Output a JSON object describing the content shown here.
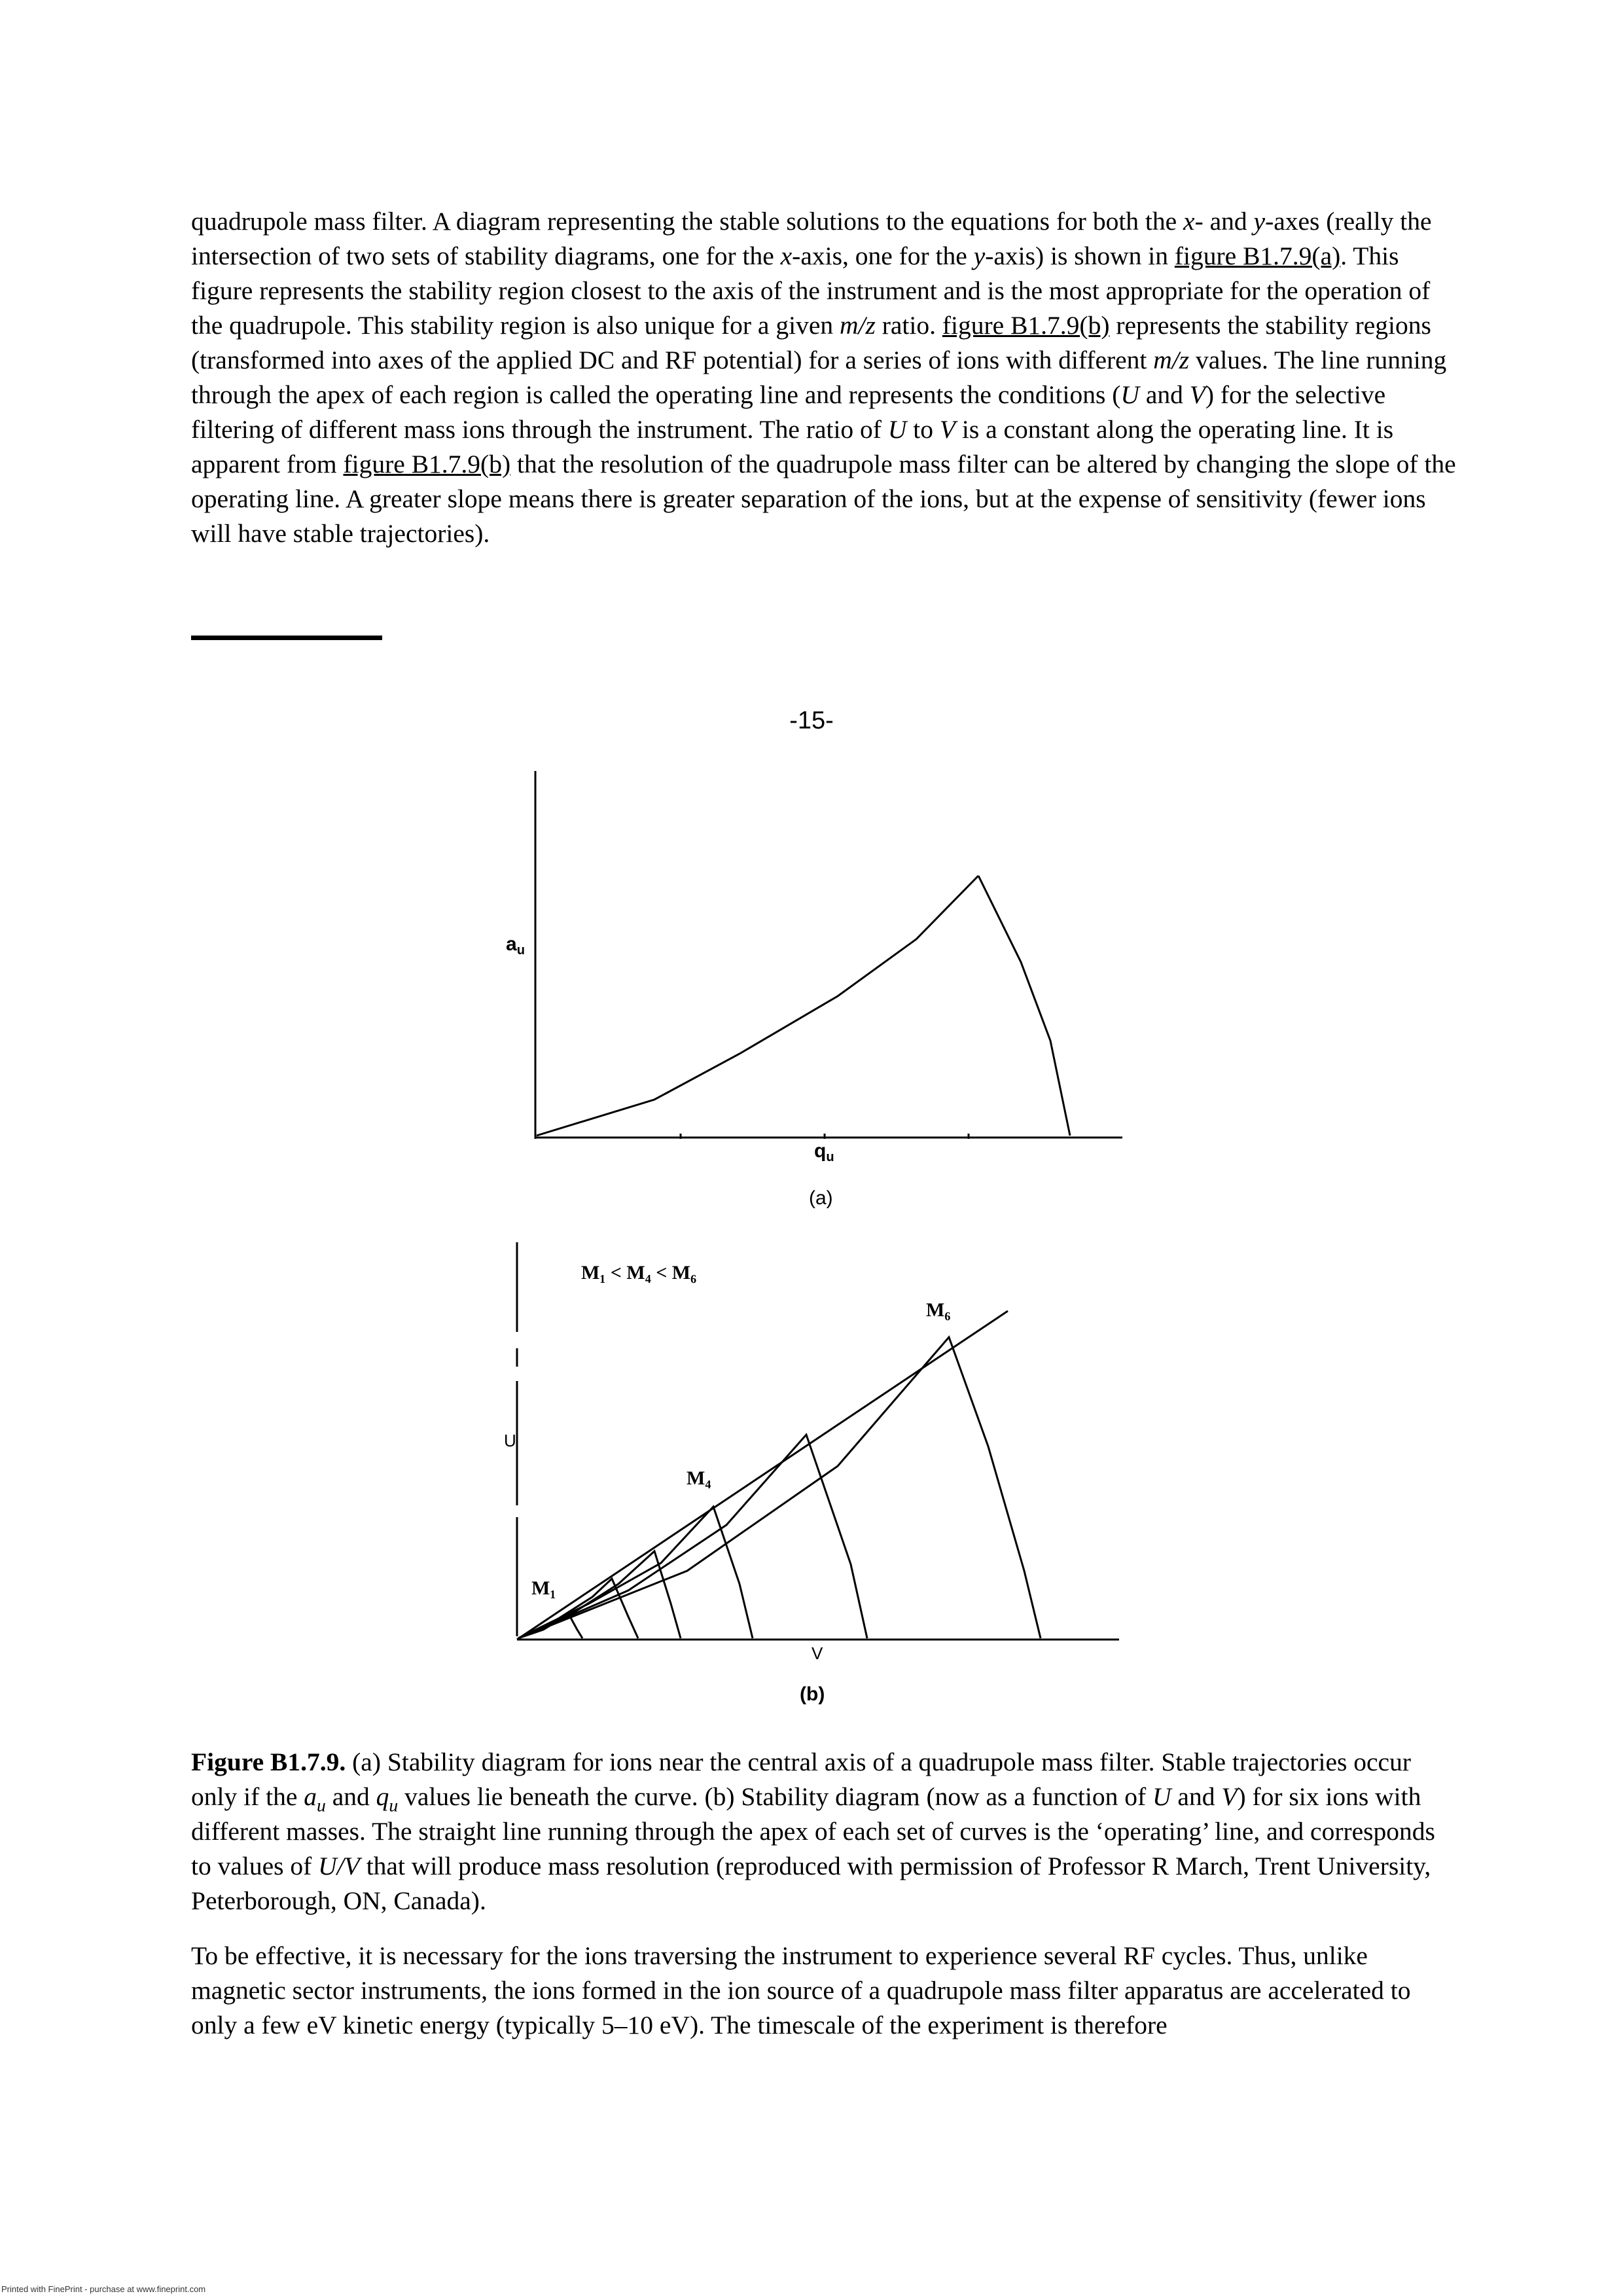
{
  "top_paragraph": {
    "t1": "quadrupole mass filter. A diagram representing the stable solutions to the equations for both the ",
    "x": "x",
    "t2": "- and ",
    "y": "y",
    "t3": "-axes (really the intersection of two sets of stability diagrams, one for the ",
    "x2": "x",
    "t4": "-axis, one for the ",
    "y2": "y",
    "t5": "-axis) is shown in ",
    "link1": "figure B1.7.9(a)",
    "t6": ". This figure represents the stability region closest to the axis of the instrument and is the most appropriate for the operation of the quadrupole. This stability region is also unique for a given ",
    "mz1": "m/z",
    "t7": " ratio. ",
    "link2": "figure B1.7.9(b)",
    "t8": " represents the stability regions (transformed into axes of the applied DC and RF potential) for a series of ions with different ",
    "mz2": "m/z",
    "t9": " values. The line running through the apex of each region is called the operating line and represents the conditions (",
    "U1": "U",
    "t10": " and ",
    "V1": "V",
    "t11": ") for the selective filtering of different mass ions through the instrument. The ratio of ",
    "U2": "U",
    "t12": " to ",
    "V2": "V",
    "t13": " is a constant along the operating line. It is apparent from ",
    "link3": "figure B1.7.9(b)",
    "t14": " that the resolution of the quadrupole mass filter can be altered by changing the slope of the operating line. A greater slope means there is greater separation of the ions, but at the expense of sensitivity (fewer ions will have stable trajectories)."
  },
  "page_number": "-15-",
  "figure_a": {
    "y_label": "a",
    "y_label_sub": "u",
    "x_label": "q",
    "x_label_sub": "u",
    "panel_label": "(a)"
  },
  "figure_b": {
    "inequality": "M₁ < M₄ < M₆",
    "labels": {
      "m1": "M₁",
      "m4": "M₄",
      "m6": "M₆"
    },
    "y_label": "U",
    "x_label": "V",
    "panel_label": "(b)"
  },
  "caption": {
    "bold": "Figure B1.7.9.",
    "t1": " (a) Stability diagram for ions near the central axis of a quadrupole mass filter. Stable trajectories occur only if the ",
    "a": "a",
    "a_sub": "u",
    "t2": " and ",
    "q": "q",
    "q_sub": "u",
    "t3": " values lie beneath the curve. (b) Stability diagram (now as a function of ",
    "U": "U",
    "t4": " and ",
    "V": "V",
    "t5": ") for six ions with different masses. The straight line running through the apex of each set of curves is the ‘operating’ line, and corresponds to values of ",
    "UV": "U/V",
    "t6": " that will produce mass resolution (reproduced with permission of Professor R March, Trent University, Peterborough, ON, Canada)."
  },
  "bottom_paragraph": "To be effective, it is necessary for the ions traversing the instrument to experience several RF cycles. Thus, unlike magnetic sector instruments, the ions formed in the ion source of a quadrupole mass filter apparatus are accelerated to only a few eV kinetic energy (typically 5–10 eV). The timescale of the experiment is therefore",
  "footer": "Printed with FinePrint - purchase at www.fineprint.com"
}
